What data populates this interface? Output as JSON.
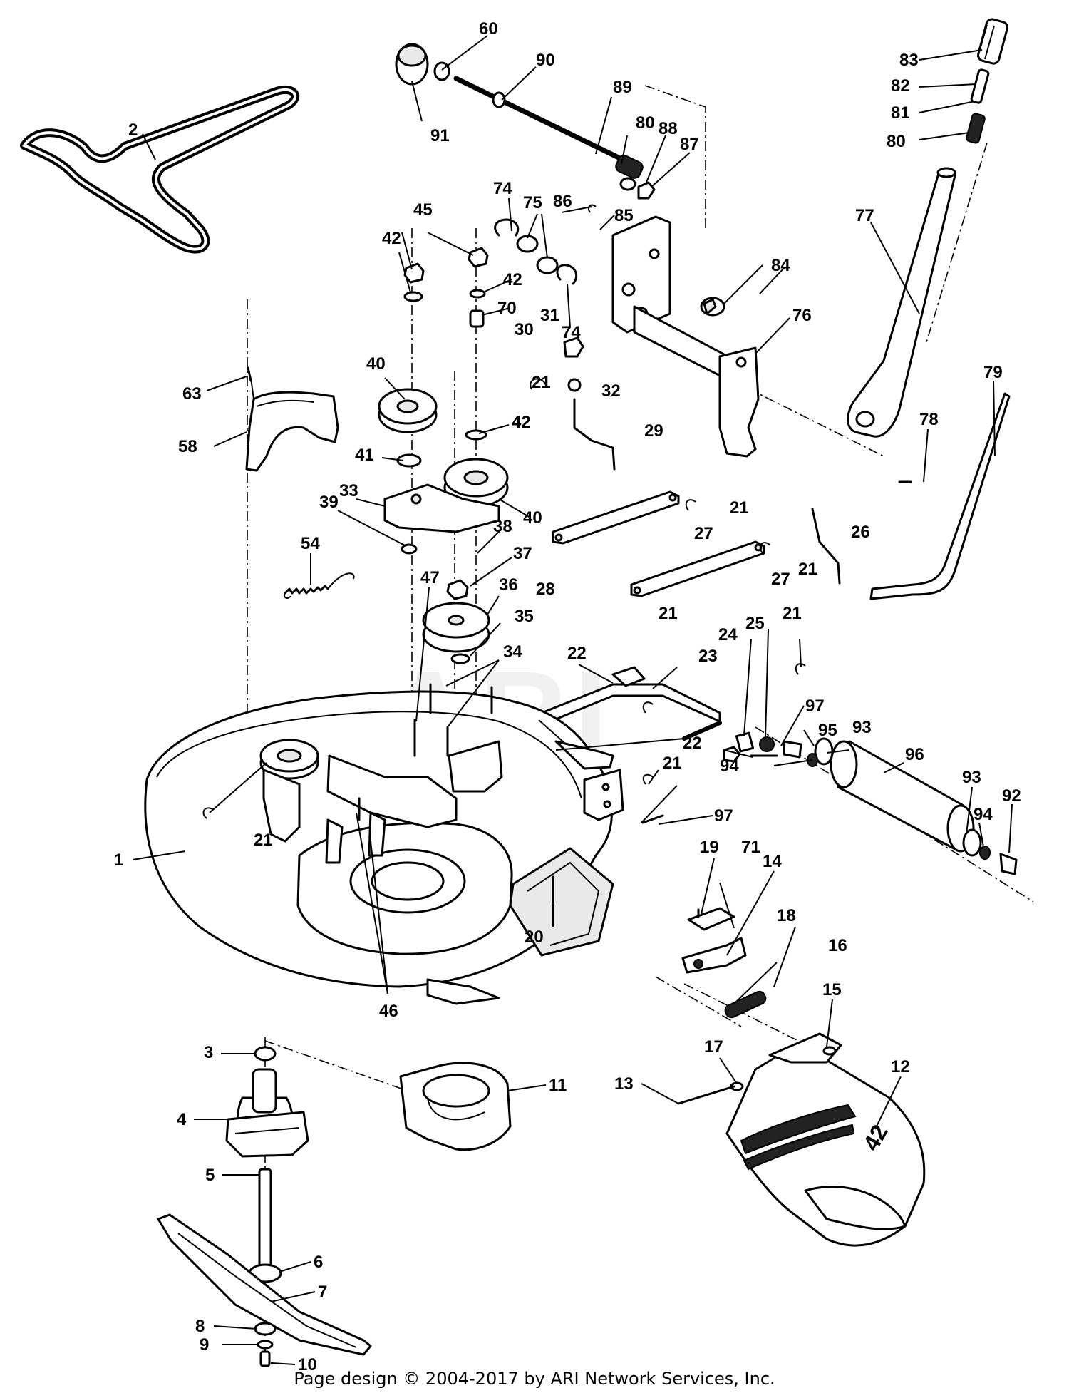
{
  "diagram": {
    "watermark": "ARI",
    "footer": "Page design © 2004-2017 by ARI Network Services, Inc.",
    "deck_badge": "42",
    "callouts": [
      "1",
      "2",
      "3",
      "4",
      "5",
      "6",
      "7",
      "8",
      "9",
      "10",
      "11",
      "12",
      "13",
      "14",
      "15",
      "16",
      "17",
      "18",
      "19",
      "20",
      "21",
      "21",
      "21",
      "21",
      "21",
      "21",
      "21",
      "22",
      "22",
      "23",
      "24",
      "25",
      "26",
      "27",
      "27",
      "28",
      "29",
      "30",
      "31",
      "32",
      "33",
      "34",
      "35",
      "36",
      "37",
      "38",
      "39",
      "40",
      "40",
      "41",
      "42",
      "42",
      "42",
      "45",
      "46",
      "47",
      "54",
      "58",
      "60",
      "63",
      "70",
      "71",
      "74",
      "74",
      "75",
      "76",
      "77",
      "78",
      "79",
      "80",
      "80",
      "81",
      "82",
      "83",
      "84",
      "85",
      "86",
      "87",
      "88",
      "89",
      "90",
      "91",
      "92",
      "93",
      "93",
      "94",
      "94",
      "95",
      "96",
      "97",
      "97"
    ]
  }
}
